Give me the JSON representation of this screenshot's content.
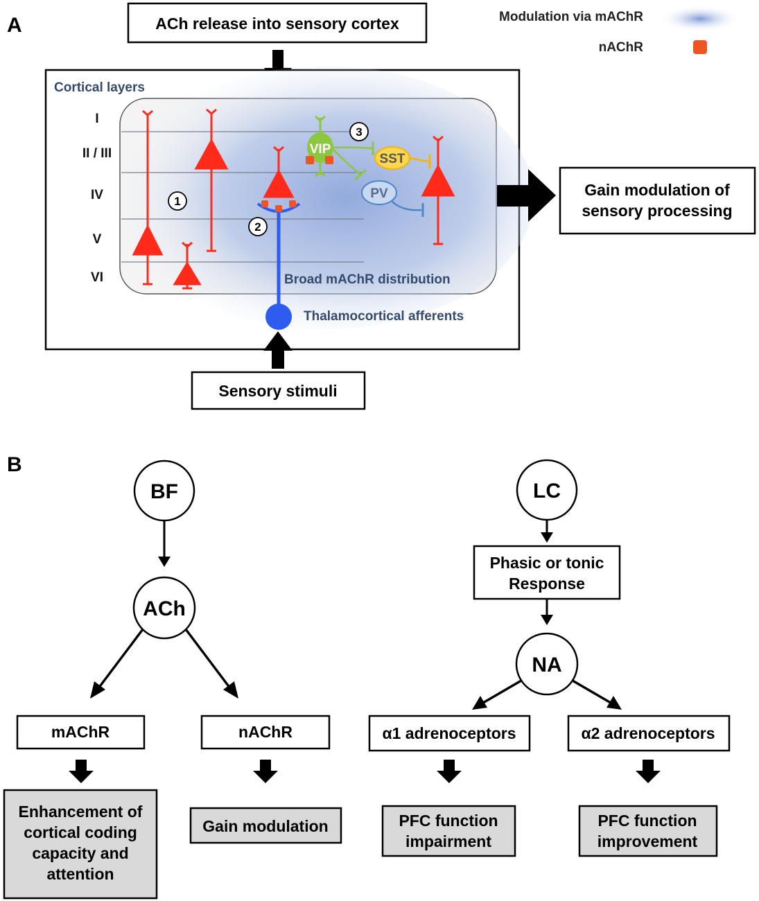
{
  "panel_a": {
    "letter": "A",
    "top_box": "ACh release into sensory cortex",
    "legend": {
      "machr": "Modulation via mAChR",
      "nachr": "nAChR"
    },
    "cortical_layers_title": "Cortical layers",
    "layers": [
      "I",
      "II / III",
      "IV",
      "V",
      "VI"
    ],
    "markers": [
      "1",
      "2",
      "3"
    ],
    "interneurons": {
      "vip": "VIP",
      "sst": "SST",
      "pv": "PV"
    },
    "broad_label": "Broad mAChR distribution",
    "thalamo_label": "Thalamocortical afferents",
    "output_box": [
      "Gain modulation of",
      "sensory processing"
    ],
    "bottom_box": "Sensory stimuli",
    "colors": {
      "neuron": "#ff2a1a",
      "thalamic": "#2f5cf0",
      "nachr": "#ee5522",
      "machr_haze": "#8ea6dc"
    }
  },
  "panel_b": {
    "letter": "B",
    "left": {
      "source": "BF",
      "transmitter": "ACh",
      "receptors": [
        "mAChR",
        "nAChR"
      ],
      "outcome_m": [
        "Enhancement of",
        "cortical coding",
        "capacity and",
        "attention"
      ],
      "outcome_n": "Gain modulation"
    },
    "right": {
      "source": "LC",
      "response": [
        "Phasic or tonic",
        "Response"
      ],
      "transmitter": "NA",
      "receptors": [
        "α1 adrenoceptors",
        "α2 adrenoceptors"
      ],
      "outcome_a1": [
        "PFC function",
        "impairment"
      ],
      "outcome_a2": [
        "PFC function",
        "improvement"
      ]
    }
  }
}
